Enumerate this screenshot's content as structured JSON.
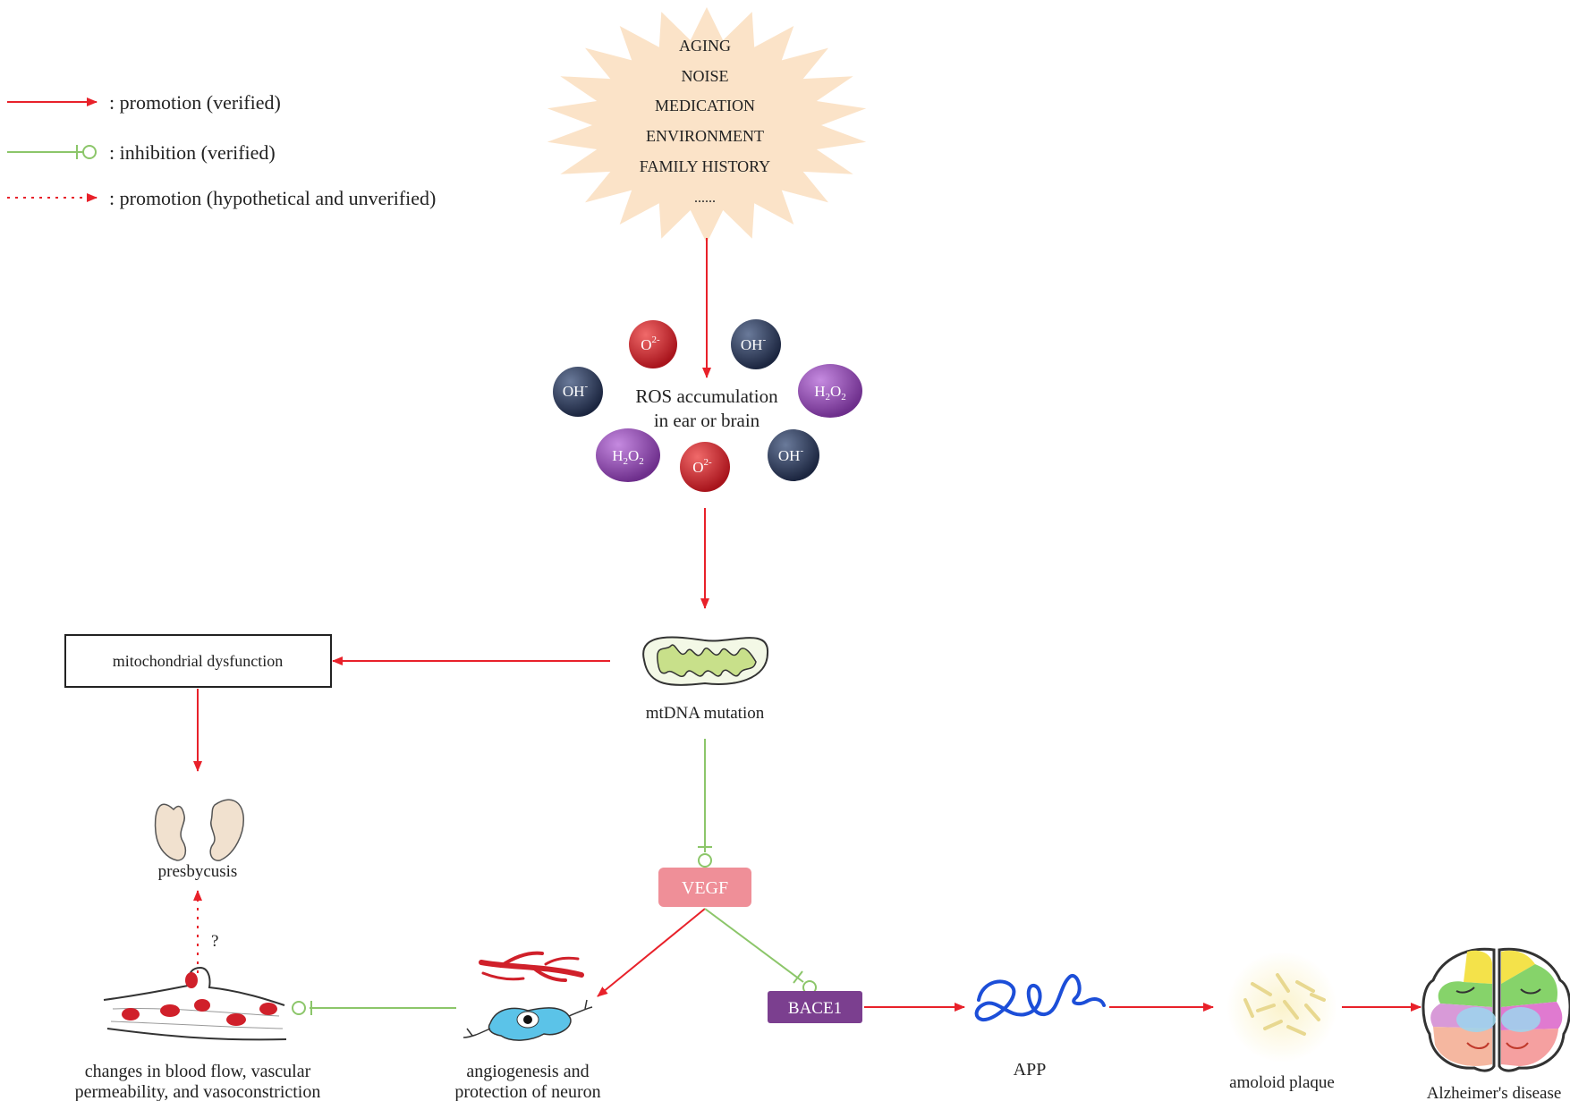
{
  "legend": {
    "promotion_verified": ": promotion (verified)",
    "inhibition_verified": ": inhibition (verified)",
    "promotion_hypothetical": ": promotion (hypothetical and unverified)"
  },
  "risk_factors": [
    "AGING",
    "NOISE",
    "MEDICATION",
    "ENVIRONMENT",
    "FAMILY HISTORY",
    "......"
  ],
  "ros": {
    "line1": "ROS accumulation",
    "line2": "in ear or brain",
    "superoxide": "O",
    "superoxide_sup": "2-",
    "hydroxyl": "OH",
    "hydroxyl_sup": "-",
    "peroxide_h": "H",
    "peroxide_2": "2",
    "peroxide_o": "O",
    "peroxide_2b": "2"
  },
  "mitochondrial_dysfunction": "mitochondrial dysfunction",
  "mtdna_mutation": "mtDNA mutation",
  "presbycusis": "presbycusis",
  "question_mark": "?",
  "vegf": "VEGF",
  "bace1": "BACE1",
  "app": "APP",
  "amyloid_plaque": "amoloid plaque",
  "alzheimers": "Alzheimer's disease",
  "blood_flow": {
    "line1": "changes in blood flow,  vascular",
    "line2": "permeability, and vasoconstriction"
  },
  "angiogenesis": {
    "line1": "angiogenesis and",
    "line2": "protection of neuron"
  },
  "colors": {
    "promotion": "#e8212a",
    "inhibition": "#8cc66a",
    "burst": "#fbe3c8",
    "vegf": "#ef8f98",
    "bace1": "#7b3f8f",
    "superoxide": "#c8202a",
    "hydroxyl": "#2e3a5c",
    "peroxide": "#8a4aa8"
  }
}
